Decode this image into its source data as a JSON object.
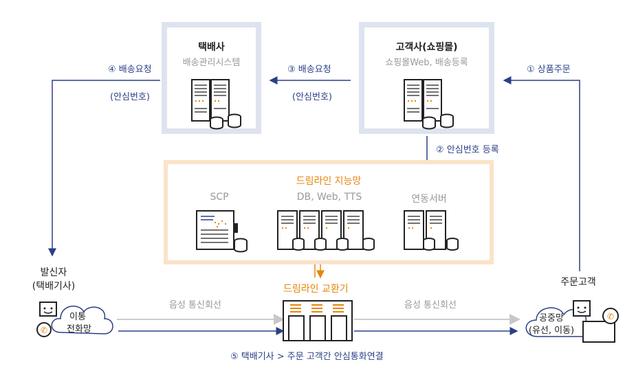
{
  "courier": {
    "title": "택배사",
    "subtitle": "배송관리시스템"
  },
  "customer_company": {
    "title": "고객사(쇼핑몰)",
    "subtitle": "쇼핑몰Web, 배송등록"
  },
  "network": {
    "title": "드림라인 지능망",
    "modules": [
      "SCP",
      "DB, Web, TTS",
      "연동서버"
    ]
  },
  "exchange": {
    "title": "드림라인 교환기"
  },
  "steps": {
    "s1": "① 상품주문",
    "s2": "② 안심번호 등록",
    "s3_main": "③ 배송요청",
    "s3_sub": "(안심번호)",
    "s4_main": "④ 배송요청",
    "s4_sub": "(안심번호)",
    "s5": "⑤ 택배기사 > 주문 고객간 안심통화연결"
  },
  "sender": {
    "line1": "발신자",
    "line2": "(택배기사)"
  },
  "mobile_cloud": {
    "line1": "이통",
    "line2": "전화망"
  },
  "orderer": {
    "label": "주문고객"
  },
  "public_cloud": {
    "line1": "공중망",
    "line2": "(유선, 이동)"
  },
  "voice_line_left": "음성 통신회선",
  "voice_line_right": "음성 통신회선",
  "colors": {
    "arrow_blue": "#2a3f86",
    "orange": "#e8850c",
    "box_blue": "#dde3ef",
    "box_orange": "#fbe3c8"
  }
}
